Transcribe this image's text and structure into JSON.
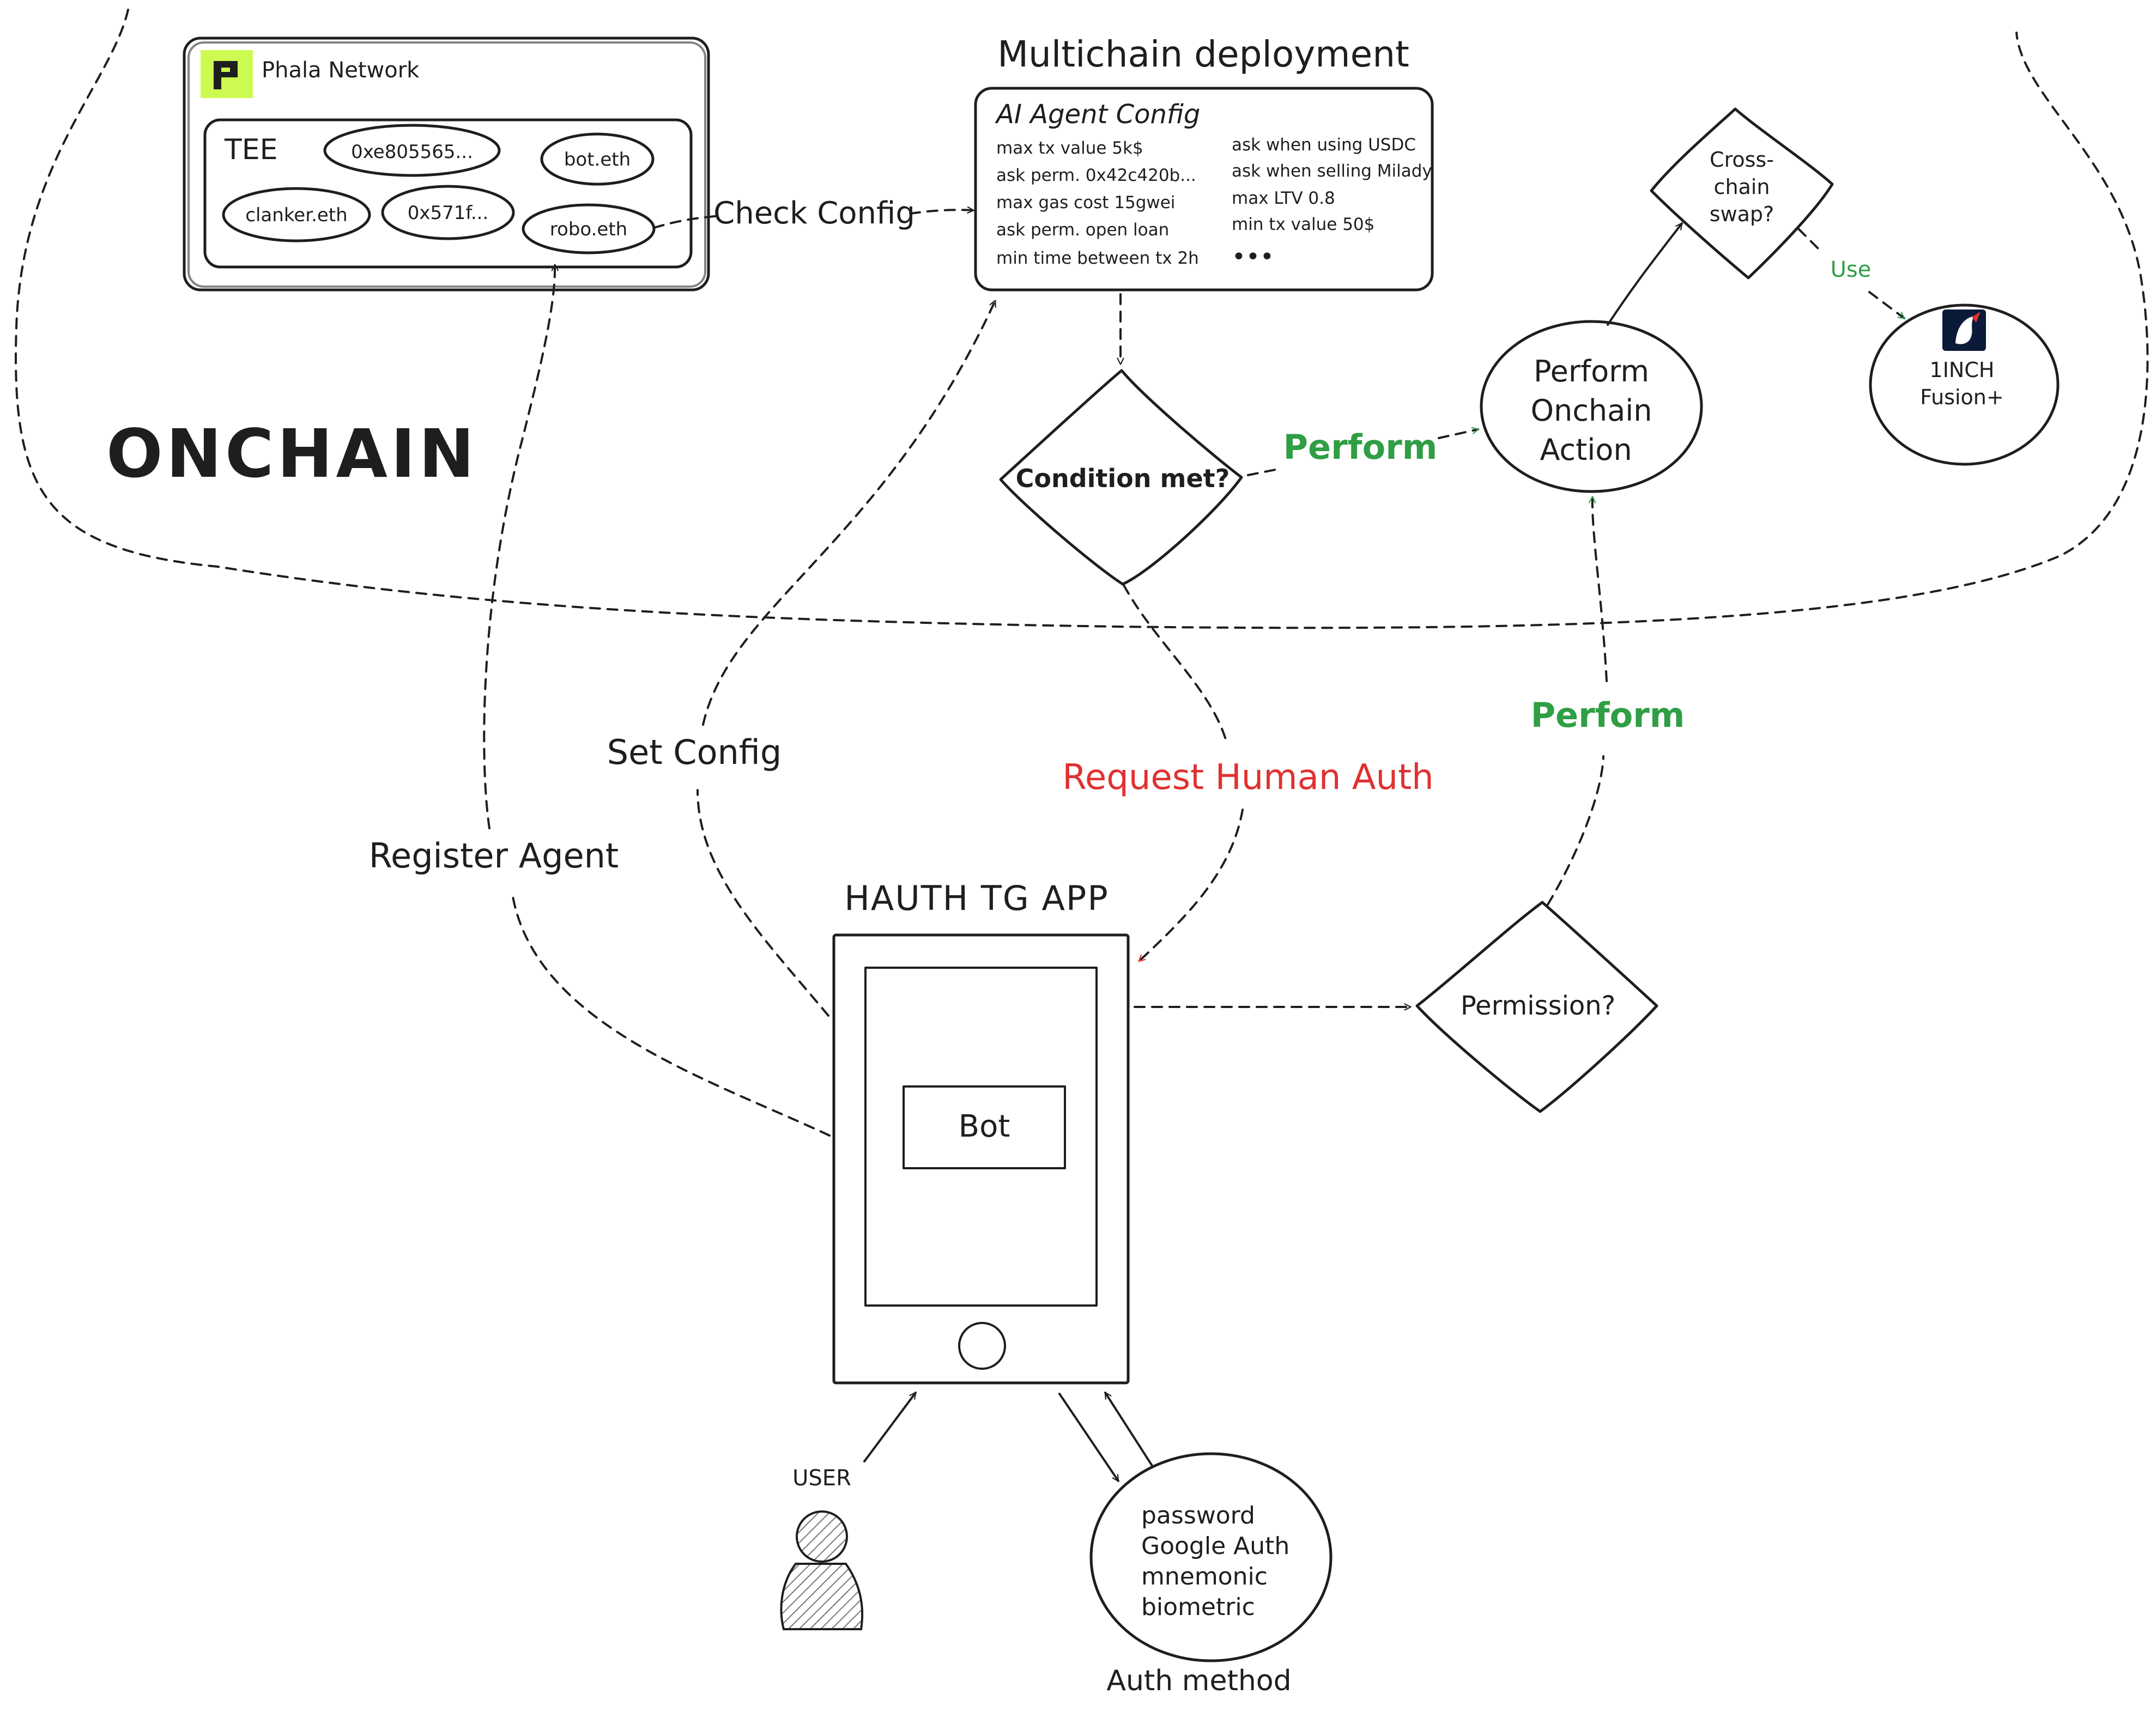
{
  "colors": {
    "ink": "#1e1e1e",
    "green": "#2f9e44",
    "red": "#e03131",
    "phala_lime": "#cdfa50",
    "hatch": "#888888"
  },
  "region": {
    "label": "ONCHAIN"
  },
  "phala": {
    "title": "Phala Network",
    "logo_icon": "phala-logo-icon",
    "tee_label": "TEE",
    "agents": [
      "0xe805565...",
      "bot.eth",
      "clanker.eth",
      "0x571f...",
      "robo.eth"
    ]
  },
  "multichain": {
    "title": "Multichain deployment",
    "config_title": "AI Agent Config",
    "left_rules": [
      "max tx value 5k$",
      "ask perm. 0x42c420b...",
      "max gas cost 15gwei",
      "ask perm. open loan",
      "min time between tx 2h"
    ],
    "right_rules": [
      "ask when using USDC",
      "ask when selling Milady",
      "max LTV 0.8",
      "min tx value 50$"
    ],
    "more": "•••"
  },
  "nodes": {
    "condition": "Condition met?",
    "perform_action": [
      "Perform",
      "Onchain",
      "Action"
    ],
    "cross_chain": [
      "Cross-",
      "chain",
      "swap?"
    ],
    "oneinch": [
      "1INCH",
      "Fusion+"
    ],
    "oneinch_icon": "1inch-unicorn-icon",
    "permission": "Permission?",
    "auth_methods": [
      "password",
      "Google Auth",
      "mnemonic",
      "biometric"
    ],
    "auth_caption": "Auth method"
  },
  "app": {
    "title": "HAUTH TG APP",
    "bot_label": "Bot",
    "user_label": "USER",
    "user_icon": "user-icon",
    "home_icon": "home-button-icon"
  },
  "edges": {
    "check_config": "Check Config",
    "perform_1": "Perform",
    "perform_2": "Perform",
    "use": "Use",
    "request_auth": "Request Human Auth",
    "set_config": "Set Config",
    "register_agent": "Register Agent"
  }
}
